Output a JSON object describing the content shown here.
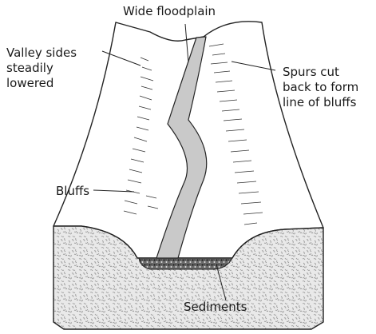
{
  "labels": {
    "floodplain": "Wide floodplain",
    "valley_sides": [
      "Valley sides",
      "steadily",
      "lowered"
    ],
    "spurs": [
      "Spurs cut",
      "back to form",
      "line of bluffs"
    ],
    "bluffs": "Bluffs",
    "sediments": "Sediments"
  },
  "colors": {
    "river": "#c9c9c9",
    "rock_base": "#e9e9e9",
    "rock_speckle": "#8a8a8a",
    "sediment": "#2e2e2e",
    "outline": "#222222"
  }
}
